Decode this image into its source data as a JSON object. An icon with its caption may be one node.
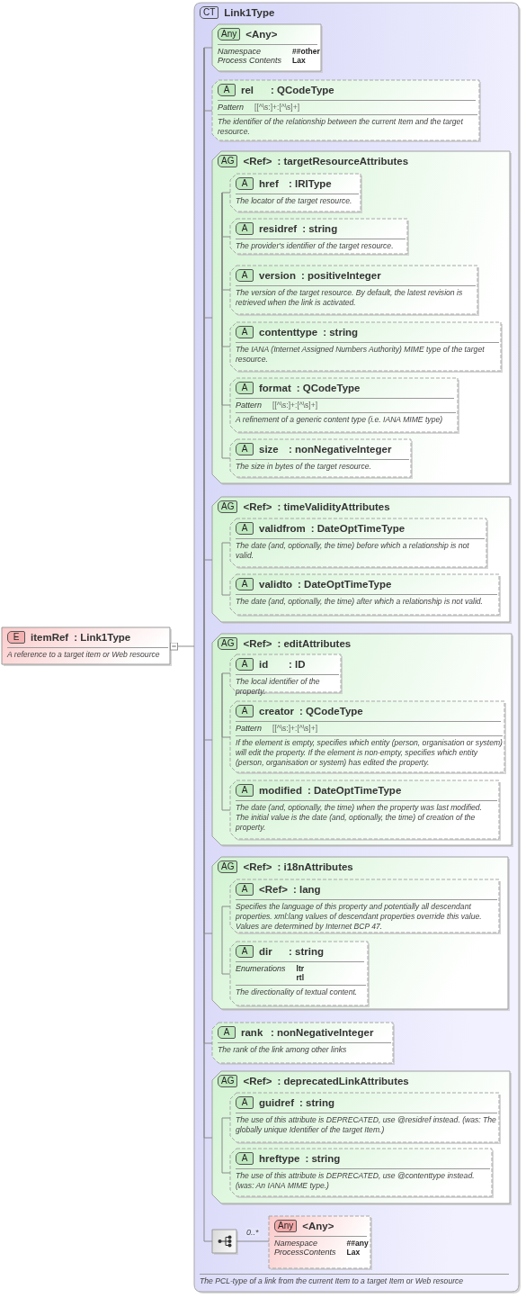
{
  "diagram": {
    "nodes": [
      {
        "text": [
          "E",
          "itemRef",
          ": Link1Type",
          "A reference to a target item or Web resource"
        ]
      },
      {
        "text": [
          "CT",
          "Link1Type",
          "The PCL-type of a link from the current Item to a target Item or Web resource"
        ]
      },
      {
        "in": 1,
        "text": [
          "Any",
          "<Any>",
          "Namespace",
          "##other",
          "Process Contents",
          "Lax"
        ]
      },
      {
        "in": 1,
        "text": [
          "A",
          "rel",
          ": QCodeType",
          "Pattern",
          "[[^\\s:]+:[^\\s]+]",
          "The identifier of the relationship between the current Item and the target resource."
        ]
      },
      {
        "in": 1,
        "text": [
          "AG",
          "<Ref>",
          ": targetResourceAttributes"
        ]
      },
      {
        "in": 4,
        "text": [
          "A",
          "href",
          ": IRIType",
          "The locator of the target resource."
        ]
      },
      {
        "in": 4,
        "text": [
          "A",
          "residref",
          ": string",
          "The provider's identifier of the target resource."
        ]
      },
      {
        "in": 4,
        "text": [
          "A",
          "version",
          ": positiveInteger",
          "The version of the target resource. By default, the latest revision is retrieved when the link is activated."
        ]
      },
      {
        "in": 4,
        "text": [
          "A",
          "contenttype",
          ": string",
          "The IANA (Internet Assigned Numbers Authority) MIME type of the target resource."
        ]
      },
      {
        "in": 4,
        "text": [
          "A",
          "format",
          ": QCodeType",
          "Pattern",
          "[[^\\s:]+:[^\\s]+]",
          "A refinement of a generic content type (i.e. IANA MIME type)"
        ]
      },
      {
        "in": 4,
        "text": [
          "A",
          "size",
          ": nonNegativeInteger",
          "The size in bytes of the target resource."
        ]
      },
      {
        "in": 1,
        "text": [
          "AG",
          "<Ref>",
          ": timeValidityAttributes"
        ]
      },
      {
        "in": 11,
        "text": [
          "A",
          "validfrom",
          ": DateOptTimeType",
          "The date (and, optionally, the time) before which a relationship is not valid."
        ]
      },
      {
        "in": 11,
        "text": [
          "A",
          "validto",
          ": DateOptTimeType",
          "The date (and, optionally, the time) after which a relationship is not valid."
        ]
      },
      {
        "in": 1,
        "text": [
          "AG",
          "<Ref>",
          ": editAttributes"
        ]
      },
      {
        "in": 14,
        "text": [
          "A",
          "id",
          ": ID",
          "The local identifier of the property."
        ]
      },
      {
        "in": 14,
        "text": [
          "A",
          "creator",
          ": QCodeType",
          "Pattern",
          "[[^\\s:]+:[^\\s]+]",
          "If the element is empty, specifies which entity (person, organisation or system) will edit the property. If the element is non-empty, specifies which entity (person, organisation or system) has edited the property."
        ]
      },
      {
        "in": 14,
        "text": [
          "A",
          "modified",
          ": DateOptTimeType",
          "The date (and, optionally, the time) when the property was last modified. The initial value is the date (and, optionally, the time) of creation of the property."
        ]
      },
      {
        "in": 1,
        "text": [
          "AG",
          "<Ref>",
          ": i18nAttributes"
        ]
      },
      {
        "in": 18,
        "text": [
          "A",
          "<Ref>",
          ": lang",
          "Specifies the language of this property and potentially all descendant properties. xml:lang values of descendant properties override this value. Values are determined by Internet BCP 47."
        ]
      },
      {
        "in": 18,
        "text": [
          "A",
          "dir",
          ": string",
          "Enumerations",
          "ltr",
          "rtl",
          "The directionality of textual content."
        ]
      },
      {
        "in": 1,
        "text": [
          "A",
          "rank",
          ": nonNegativeInteger",
          "The rank of the link among other links"
        ]
      },
      {
        "in": 1,
        "text": [
          "AG",
          "<Ref>",
          ": deprecatedLinkAttributes"
        ]
      },
      {
        "in": 22,
        "text": [
          "A",
          "guidref",
          ": string",
          "The use of this attribute is DEPRECATED, use @residref instead. (was: The globally unique Identifier of the target Item.)"
        ]
      },
      {
        "in": 22,
        "text": [
          "A",
          "hreftype",
          ": string",
          "The use of this attribute is DEPRECATED, use @contenttype instead. (was: An IANA MIME type.)"
        ]
      },
      {
        "in": 1,
        "text": [],
        "shape": "box"
      },
      {
        "in": 1,
        "text": [
          "Any",
          "<Any>",
          "Namespace",
          "##any",
          "ProcessContents",
          "Lax"
        ]
      }
    ],
    "edges": [
      {
        "from": 0,
        "to": 1,
        "arrow": "other"
      },
      {
        "from": 1,
        "to": 2,
        "arrow": "none"
      },
      {
        "from": 1,
        "to": 3,
        "arrow": "none"
      },
      {
        "from": 1,
        "to": 4,
        "arrow": "none"
      },
      {
        "from": 4,
        "to": 5,
        "arrow": "none"
      },
      {
        "from": 4,
        "to": 6,
        "arrow": "none"
      },
      {
        "from": 4,
        "to": 7,
        "arrow": "none"
      },
      {
        "from": 4,
        "to": 8,
        "arrow": "none"
      },
      {
        "from": 4,
        "to": 9,
        "arrow": "none"
      },
      {
        "from": 4,
        "to": 10,
        "arrow": "none"
      },
      {
        "from": 1,
        "to": 11,
        "arrow": "none"
      },
      {
        "from": 11,
        "to": 12,
        "arrow": "none"
      },
      {
        "from": 11,
        "to": 13,
        "arrow": "none"
      },
      {
        "from": 1,
        "to": 14,
        "arrow": "none"
      },
      {
        "from": 14,
        "to": 15,
        "arrow": "none"
      },
      {
        "from": 14,
        "to": 16,
        "arrow": "none"
      },
      {
        "from": 14,
        "to": 17,
        "arrow": "none"
      },
      {
        "from": 1,
        "to": 18,
        "arrow": "none"
      },
      {
        "from": 18,
        "to": 19,
        "arrow": "none"
      },
      {
        "from": 18,
        "to": 20,
        "arrow": "none"
      },
      {
        "from": 1,
        "to": 21,
        "arrow": "none"
      },
      {
        "from": 1,
        "to": 22,
        "arrow": "none"
      },
      {
        "from": 22,
        "to": 23,
        "arrow": "none"
      },
      {
        "from": 22,
        "to": 24,
        "arrow": "none"
      },
      {
        "from": 1,
        "to": 25,
        "arrow": "none"
      },
      {
        "from": 25,
        "to": 26,
        "arrow": "none",
        "label": "0..*"
      }
    ]
  }
}
